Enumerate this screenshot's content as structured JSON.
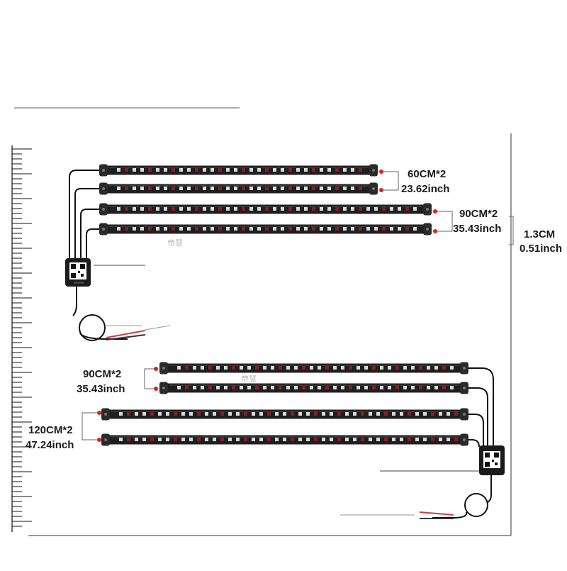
{
  "labels": {
    "set1_short_length": "60CM*2",
    "set1_short_inch": "23.62inch",
    "set1_long_length": "90CM*2",
    "set1_long_inch": "35.43inch",
    "width_cm": "1.3CM",
    "width_inch": "0.51inch",
    "set2_short_length": "90CM*2",
    "set2_short_inch": "35.43inch",
    "set2_long_length": "120CM*2",
    "set2_long_inch": "47.24inch"
  },
  "watermark": "帝慧",
  "colors": {
    "strip_body": "#1f1f1f",
    "led": "#d9d9d9",
    "led_red": "#8a1e1e",
    "marker_dot": "#e02020",
    "wire_red": "#d63a3a"
  },
  "icons": {
    "controller": "bluetooth-controller-box",
    "qr": "qr-code-icon"
  }
}
